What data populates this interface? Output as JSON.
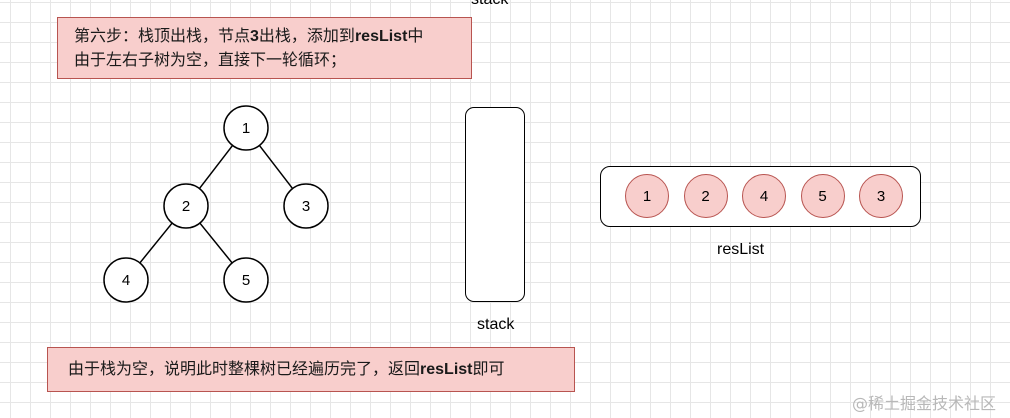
{
  "notes": {
    "top_line1_a": "第六步：栈顶出栈，节点",
    "top_line1_b": "3",
    "top_line1_c": "出栈，添加到",
    "top_line1_d": "resList",
    "top_line1_e": "中",
    "top_line2": "由于左右子树为空，直接下一轮循环；",
    "bottom_a": "由于栈为空，说明此时整棵树已经遍历完了，返回",
    "bottom_b": "resList",
    "bottom_c": "即可"
  },
  "labels": {
    "stack_top": "stack",
    "stack": "stack",
    "reslist": "resList"
  },
  "tree": {
    "nodes": [
      {
        "id": "1",
        "label": "1"
      },
      {
        "id": "2",
        "label": "2"
      },
      {
        "id": "3",
        "label": "3"
      },
      {
        "id": "4",
        "label": "4"
      },
      {
        "id": "5",
        "label": "5"
      }
    ],
    "edges": [
      [
        "1",
        "2"
      ],
      [
        "1",
        "3"
      ],
      [
        "2",
        "4"
      ],
      [
        "2",
        "5"
      ]
    ]
  },
  "reslist": [
    "1",
    "2",
    "4",
    "5",
    "3"
  ],
  "watermark": "@稀土掘金技术社区",
  "colors": {
    "note_fill": "#f8cecc",
    "note_border": "#b85450",
    "node_fill": "#ffffff",
    "stroke": "#000000"
  }
}
